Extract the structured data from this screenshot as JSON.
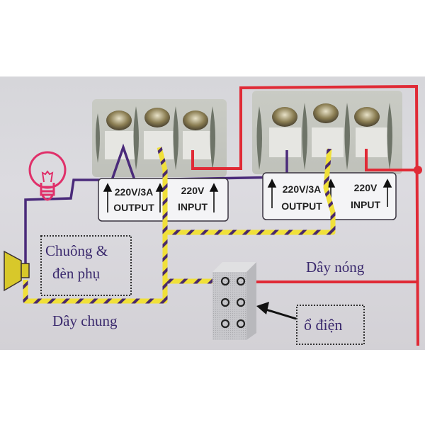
{
  "diagram": {
    "title": "Wiring diagram for two voltage protectors",
    "devices": [
      {
        "output_label_line1": "220V/3A",
        "output_label_line2": "OUTPUT",
        "input_label_line1": "220V",
        "input_label_line2": "INPUT"
      },
      {
        "output_label_line1": "220V/3A",
        "output_label_line2": "OUTPUT",
        "input_label_line1": "220V",
        "input_label_line2": "INPUT"
      }
    ],
    "labels": {
      "accessory_line1": "Chuông &",
      "accessory_line2": "đèn phụ",
      "common_wire": "Dây chung",
      "hot_wire": "Dây nóng",
      "socket": "ổ điện"
    },
    "colors": {
      "hot_wire": "#e02a36",
      "common_wire_base": "#f0e03a",
      "common_wire_stripe": "#4a2a6a",
      "output_wire": "#4a2a7a",
      "bulb": "#e0306a",
      "speaker": "#d8c82a",
      "background": "#d8d7dc"
    }
  }
}
